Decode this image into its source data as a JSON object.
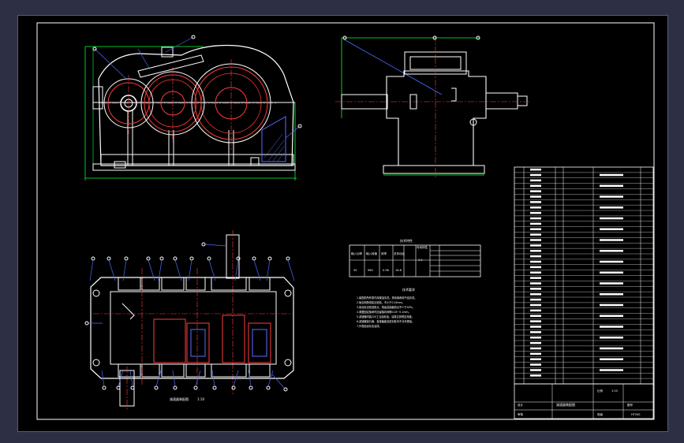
{
  "window": {
    "background": "#2d2f45",
    "sheet_background": "#000000"
  },
  "colors": {
    "frame": "#ffffff",
    "outline": "#ffffff",
    "gear_circle": "#ff3b3b",
    "center_line": "#ff3b3b",
    "dimension": "#00ff33",
    "leader": "#4a6cff",
    "hatch": "#5e6bff"
  },
  "drawing": {
    "views": [
      "front-elevation",
      "side-elevation",
      "top-plan"
    ],
    "sheet_title": "減速器装配图",
    "scale": "1:10",
    "material_label": "HT200"
  },
  "tables": {
    "tech_char_title": "技术特性",
    "tech_notes_title": "技术要求",
    "tech_char_headers": [
      "输入功率",
      "输入转速",
      "效率",
      "总传动比",
      "传动特性"
    ],
    "tech_char_row": [
      "30",
      "960",
      "0.96",
      "16.8",
      "3.2"
    ],
    "tech_notes_lines": [
      "1.装配前所有零件用煤油清洗，滚动轴承用汽油清洗。",
      "2.啮合侧隙用铅丝检验，不小于0.16mm。",
      "3.用涂色法检验斑点，按齿高接触斑点不少于40%。",
      "4.调整固定轴承时应留轴向间隙0.05~0.1mm。",
      "5.减速器内装220工业齿轮油，油量达到规定深度。",
      "6.减速器剖分面、各接触面及密封处均不允许漏油。",
      "7.外表面涂灰色油漆。"
    ],
    "bom_rows": 40,
    "title_block": [
      "减速器装配图",
      "比例",
      "1:10",
      "图号",
      "设计",
      "审核",
      "班级"
    ]
  }
}
